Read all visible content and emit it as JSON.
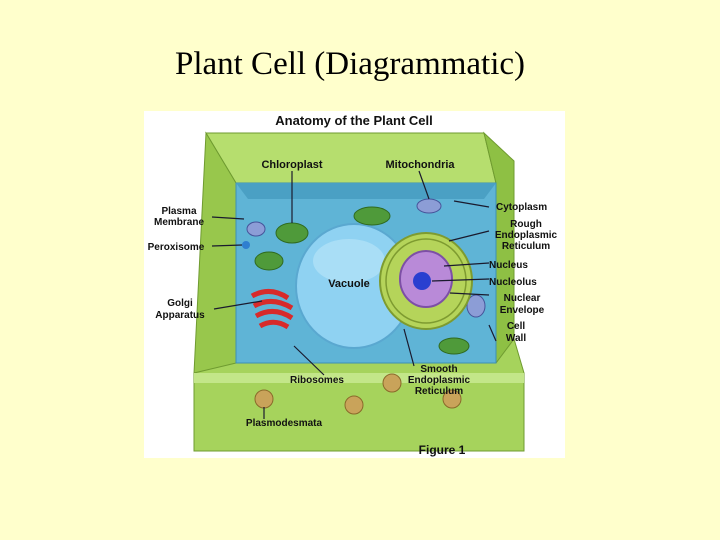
{
  "slide": {
    "title": "Plant Cell (Diagrammatic)"
  },
  "figure": {
    "heading": "Anatomy of the Plant Cell",
    "caption": "Figure 1",
    "labels": {
      "chloroplast": "Chloroplast",
      "mitochondria": "Mitochondria",
      "plasma_membrane": [
        "Plasma",
        "Membrane"
      ],
      "peroxisome": "Peroxisome",
      "golgi_apparatus": [
        "Golgi",
        "Apparatus"
      ],
      "vacuole": "Vacuole",
      "cytoplasm": "Cytoplasm",
      "rough_er": [
        "Rough",
        "Endoplasmic",
        "Reticulum"
      ],
      "nucleus": "Nucleus",
      "nucleolus": "Nucleolus",
      "nuclear_envelope": [
        "Nuclear",
        "Envelope"
      ],
      "cell_wall": [
        "Cell",
        "Wall"
      ],
      "ribosomes": "Ribosomes",
      "smooth_er": [
        "Smooth",
        "Endoplasmic",
        "Reticulum"
      ],
      "plasmodesmata": "Plasmodesmata"
    },
    "colors": {
      "cell_wall": "#a6d35c",
      "cell_wall_dark": "#7fae3a",
      "cytoplasm": "#5fb4d6",
      "vacuole": "#8fd2f2",
      "chloroplast": "#4f9a3a",
      "nucleus": "#b98ad8",
      "golgi": "#d82a2a",
      "leader_line": "#1a1a2e"
    }
  }
}
